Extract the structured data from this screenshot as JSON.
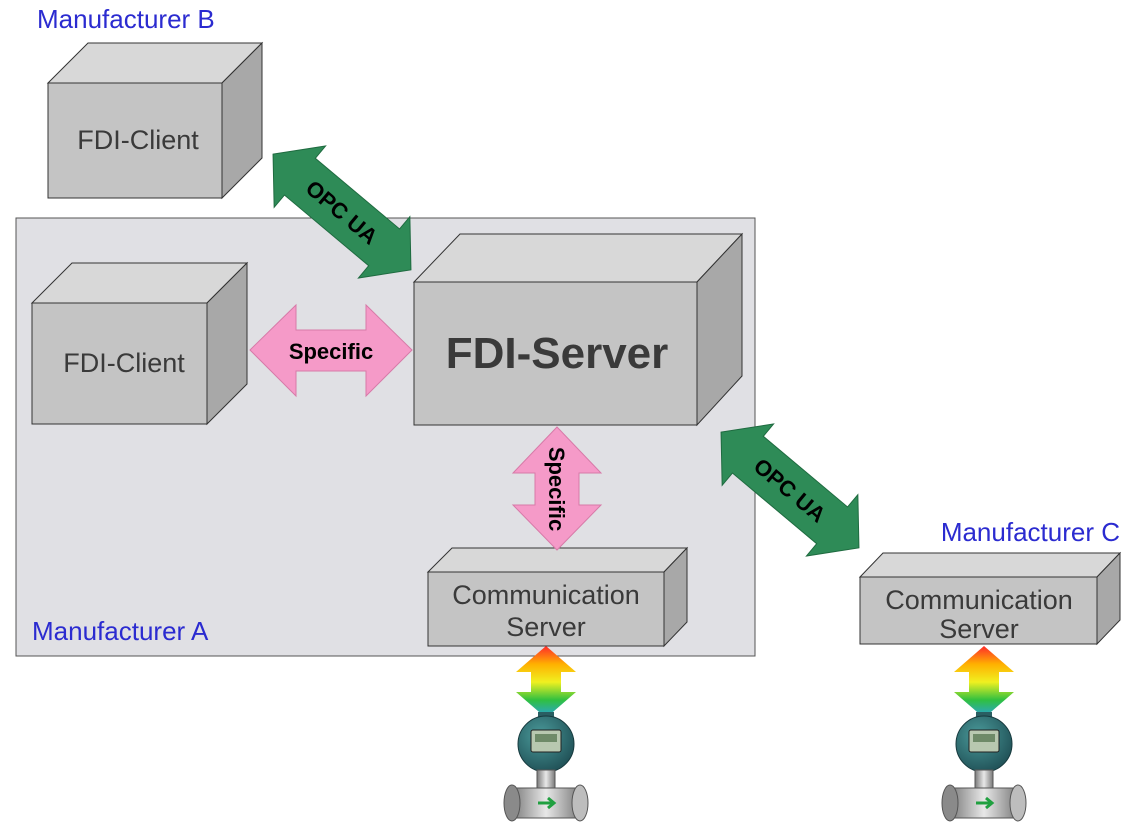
{
  "labels": {
    "manufacturer_a": "Manufacturer A",
    "manufacturer_b": "Manufacturer B",
    "manufacturer_c": "Manufacturer C"
  },
  "boxes": {
    "fdi_client_b": "FDI-Client",
    "fdi_client_a": "FDI-Client",
    "fdi_server": "FDI-Server",
    "comm_server_a_line1": "Communication",
    "comm_server_a_line2": "Server",
    "comm_server_c_line1": "Communication",
    "comm_server_c_line2": "Server"
  },
  "arrows": {
    "opc_ua_top": "OPC UA",
    "opc_ua_right": "OPC UA",
    "specific_horizontal": "Specific",
    "specific_vertical": "Specific"
  },
  "colors": {
    "opc_arrow": "#2e8b57",
    "specific_arrow": "#f59ac8",
    "box_front": "#c4c4c4",
    "box_top": "#d8d8d8",
    "box_side": "#a8a8a8",
    "manufacturer_a_panel": "#e0e0e4",
    "label_blue": "#2b2bd0"
  },
  "icons": {
    "field_device": "flowmeter-device-icon"
  }
}
